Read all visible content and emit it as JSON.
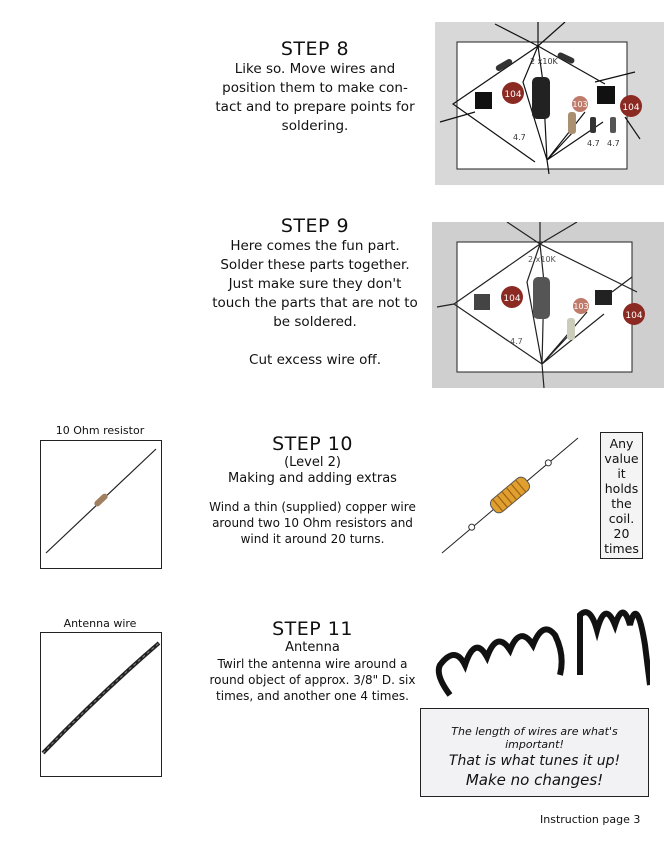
{
  "step8": {
    "title": "STEP 8",
    "text": "Like so.  Move wires and\nposition them to make con-\ntact and to prepare points for\nsoldering."
  },
  "step9": {
    "title": "STEP 9",
    "text": "Here comes the fun part.\nSolder these parts together.\nJust make sure they don't\ntouch the parts that are not to\nbe soldered.\n\nCut excess wire off."
  },
  "step10": {
    "title": "STEP 10",
    "level": "(Level 2)",
    "subtitle": "Making and adding extras",
    "text": "Wind a thin (supplied) copper wire\naround two 10 Ohm resistors and\nwind it around 20 turns."
  },
  "step11": {
    "title": "STEP 11",
    "subtitle": "Antenna",
    "text": "Twirl the antenna wire around a\nround object of approx. 3/8\" D. six\ntimes, and another one 4 times."
  },
  "photo_labels": {
    "cap1": "104",
    "cap2": "103",
    "cap3": "104",
    "res_top": "2 x10K",
    "res_low": "4.7",
    "res_a": "4.7",
    "res_b": "4.7"
  },
  "resistor_caption": "10 Ohm resistor",
  "antenna_caption": "Antenna wire",
  "coil_note": "Any\nvalue\nit\nholds\nthe\ncoil.\n20\ntimes",
  "warning": {
    "line1": "The length of wires are what's important!",
    "line2": "That is what tunes it up!",
    "line3": "Make no changes!"
  },
  "footer": "Instruction page 3",
  "colors": {
    "capacitor": "#8b2a22",
    "cap_light": "#c07a6a",
    "copper": "#e0a030"
  }
}
